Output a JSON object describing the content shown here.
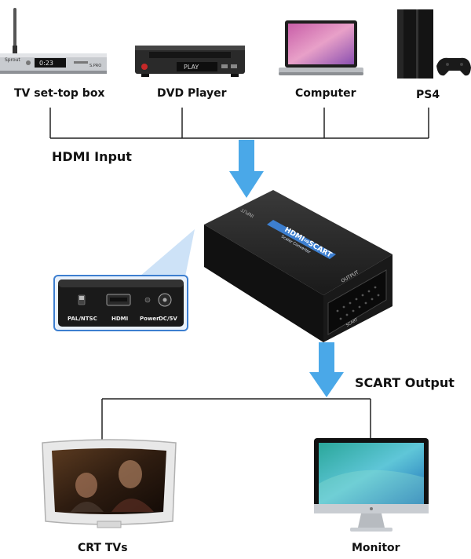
{
  "sources": [
    {
      "id": "stb",
      "label": "TV set-top box",
      "brand_text": "Sprout",
      "display_text": "0:23",
      "model_text": "S.PRO"
    },
    {
      "id": "dvd",
      "label": "DVD Player",
      "play_text": "PLAY"
    },
    {
      "id": "pc",
      "label": "Computer"
    },
    {
      "id": "ps4",
      "label": "PS4"
    }
  ],
  "hdmi_input_label": "HDMI Input",
  "scart_output_label": "SCART Output",
  "converter": {
    "title": "HDMI⇒SCART",
    "subtitle": "Scaler Converter",
    "input_text": "INPUT",
    "output_text": "OUTPUT",
    "scart_text": "SCART"
  },
  "port_panel": {
    "ports": [
      "PAL/NTSC",
      "HDMI",
      "Power",
      "DC/5V"
    ]
  },
  "outputs": [
    {
      "id": "crt",
      "label": "CRT TVs"
    },
    {
      "id": "monitor",
      "label": "Monitor"
    }
  ],
  "colors": {
    "line": "#222222",
    "arrow_blue": "#4aa8e8",
    "device_black": "#1c1c1c",
    "panel_blue": "#3d7fd0",
    "crt_white": "#e8e8e8",
    "monitor_silver": "#c9cdd2"
  }
}
